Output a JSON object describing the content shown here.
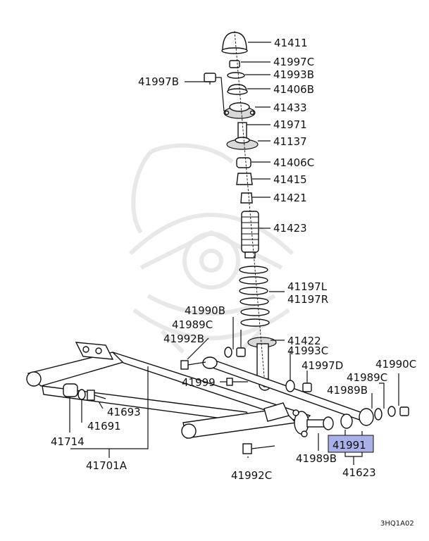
{
  "labels": {
    "p41411": "41411",
    "p41997c": "41997C",
    "p41997b": "41997B",
    "p41993b": "41993B",
    "p41406b": "41406B",
    "p41433": "41433",
    "p41971": "41971",
    "p41137": "41137",
    "p41406c": "41406C",
    "p41415": "41415",
    "p41421": "41421",
    "p41423": "41423",
    "p41197l": "41197L",
    "p41197r": "41197R",
    "p41990b": "41990B",
    "p41989c_left": "41989C",
    "p41992b": "41992B",
    "p41422": "41422",
    "p41993c": "41993C",
    "p41997d": "41997D",
    "p41990c": "41990C",
    "p41989c_right": "41989C",
    "p41989b_upper": "41989B",
    "p41999": "41999",
    "p41693": "41693",
    "p41691": "41691",
    "p41714": "41714",
    "p41701a": "41701A",
    "p41991": "41991",
    "p41989b_lower": "41989B",
    "p41623": "41623",
    "p41992c": "41992C"
  },
  "diagram_code": "3HQ1A02",
  "highlight_color": "#aab0e8"
}
